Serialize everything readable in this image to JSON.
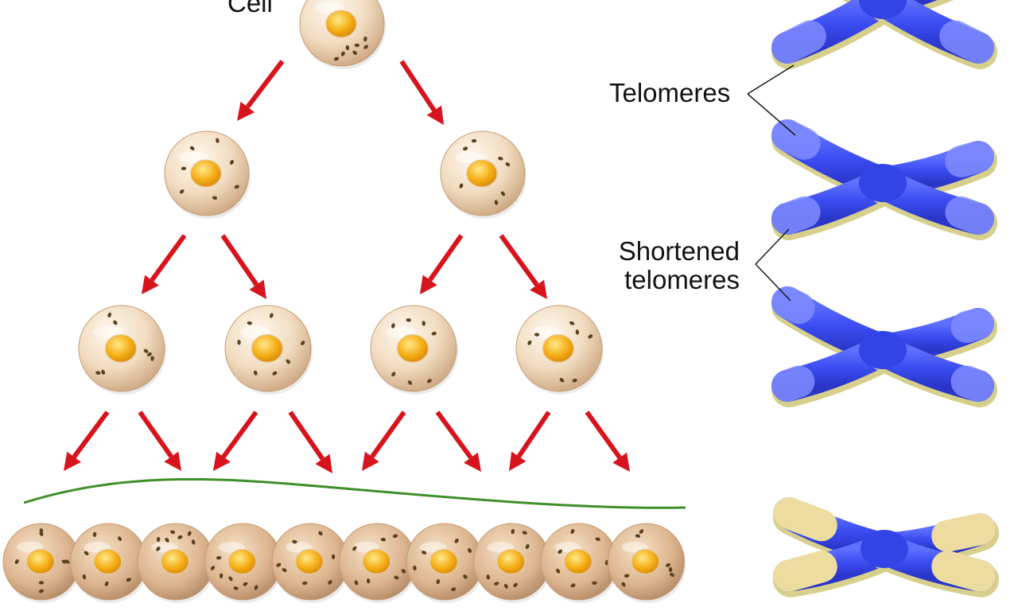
{
  "labels": {
    "cell": "Cell",
    "telomeres": "Telomeres",
    "shortened_line1": "Shortened",
    "shortened_line2": "telomeres"
  },
  "colors": {
    "arrow": "#d7141d",
    "curve": "#3f8f2a",
    "cell_body": "#f1dcc0",
    "nucleus": "#f2a10c",
    "chromosome": "#3b4cf2",
    "telomere_cap": "#ecdca0",
    "leader_line": "#1a1a1a"
  },
  "chromosome_cap_levels": [
    "full",
    "short",
    "shorter",
    "critical"
  ]
}
